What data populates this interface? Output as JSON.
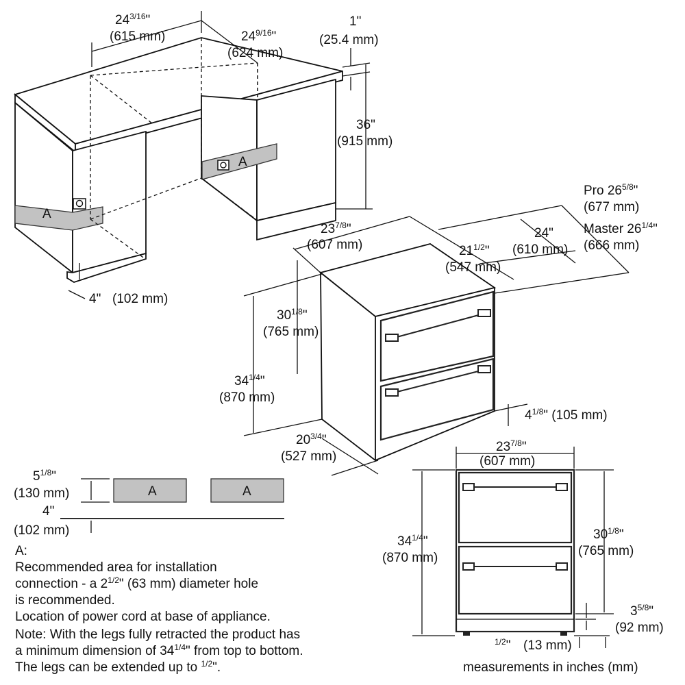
{
  "cabinet": {
    "width_in_whole": "24",
    "width_in_frac": "3/16",
    "width_in_tail": "\"",
    "width_mm": "(615 mm)",
    "depth_in_whole": "24",
    "depth_in_frac": "9/16",
    "depth_in_tail": "\"",
    "depth_mm": "(624 mm)",
    "counter_in": "1\"",
    "counter_mm": "(25.4 mm)",
    "height_in": "36\"",
    "height_mm": "(915 mm)",
    "toe_in": "4\"",
    "toe_mm": "(102 mm)",
    "area_label_left": "A",
    "area_label_right": "A"
  },
  "appliance": {
    "width_in_whole": "23",
    "width_in_frac": "7/8",
    "width_in_tail": "\"",
    "width_mm": "(607 mm)",
    "depth1_in_whole": "21",
    "depth1_in_frac": "1/2",
    "depth1_in_tail": "\"",
    "depth1_mm": "(547 mm)",
    "depth2_in": "24\"",
    "depth2_mm": "(610 mm)",
    "pro_prefix": "Pro 26",
    "pro_frac": "5/8",
    "pro_tail": "\"",
    "pro_mm": "(677 mm)",
    "master_prefix": "Master 26",
    "master_frac": "1/4",
    "master_tail": "\"",
    "master_mm": "(666 mm)",
    "box_h_whole": "30",
    "box_h_frac": "1/8",
    "box_h_tail": "\"",
    "box_h_mm": "(765 mm)",
    "total_h_whole": "34",
    "total_h_frac": "1/4",
    "total_h_tail": "\"",
    "total_h_mm": "(870 mm)",
    "base_whole": "4",
    "base_frac": "1/8",
    "base_tail": "\" (105 mm)",
    "side_whole": "20",
    "side_frac": "3/4",
    "side_tail": "\"",
    "side_mm": "(527 mm)"
  },
  "front_view": {
    "width_in_whole": "23",
    "width_in_frac": "7/8",
    "width_in_tail": "\"",
    "width_mm": "(607 mm)",
    "total_h_whole": "34",
    "total_h_frac": "1/4",
    "total_h_tail": "\"",
    "total_h_mm": "(870 mm)",
    "box_h_whole": "30",
    "box_h_frac": "1/8",
    "box_h_tail": "\"",
    "box_h_mm": "(765 mm)",
    "base_whole": "3",
    "base_frac": "5/8",
    "base_tail": "\"",
    "base_mm": "(92 mm)",
    "leg_frac": "1/2",
    "leg_tail": "\"",
    "leg_mm": "(13 mm)"
  },
  "cutout": {
    "h_whole": "5",
    "h_frac": "1/8",
    "h_tail": "\"",
    "h_mm": "(130 mm)",
    "floor_in": "4\"",
    "floor_mm": "(102 mm)",
    "box_left": "A",
    "box_right": "A"
  },
  "notes": {
    "a_title": "A:",
    "a_line1": "Recommended area for installation",
    "a_line2_pre": "connection - a 2",
    "a_line2_frac": "1/2",
    "a_line2_post": "\" (63 mm) diameter hole",
    "a_line3": "is recommended.",
    "a_line4": "Location of power cord at base of appliance.",
    "note_line1": "Note: With the legs fully retracted the product has",
    "note_line2_pre": "a minimum dimension of 34",
    "note_line2_frac": "1/4",
    "note_line2_post": "\" from top to bottom.",
    "note_line3_pre": "The legs can be extended up to ",
    "note_line3_frac": "1/2",
    "note_line3_post": "\"."
  },
  "footer": {
    "units": "measurements in inches (mm)"
  }
}
